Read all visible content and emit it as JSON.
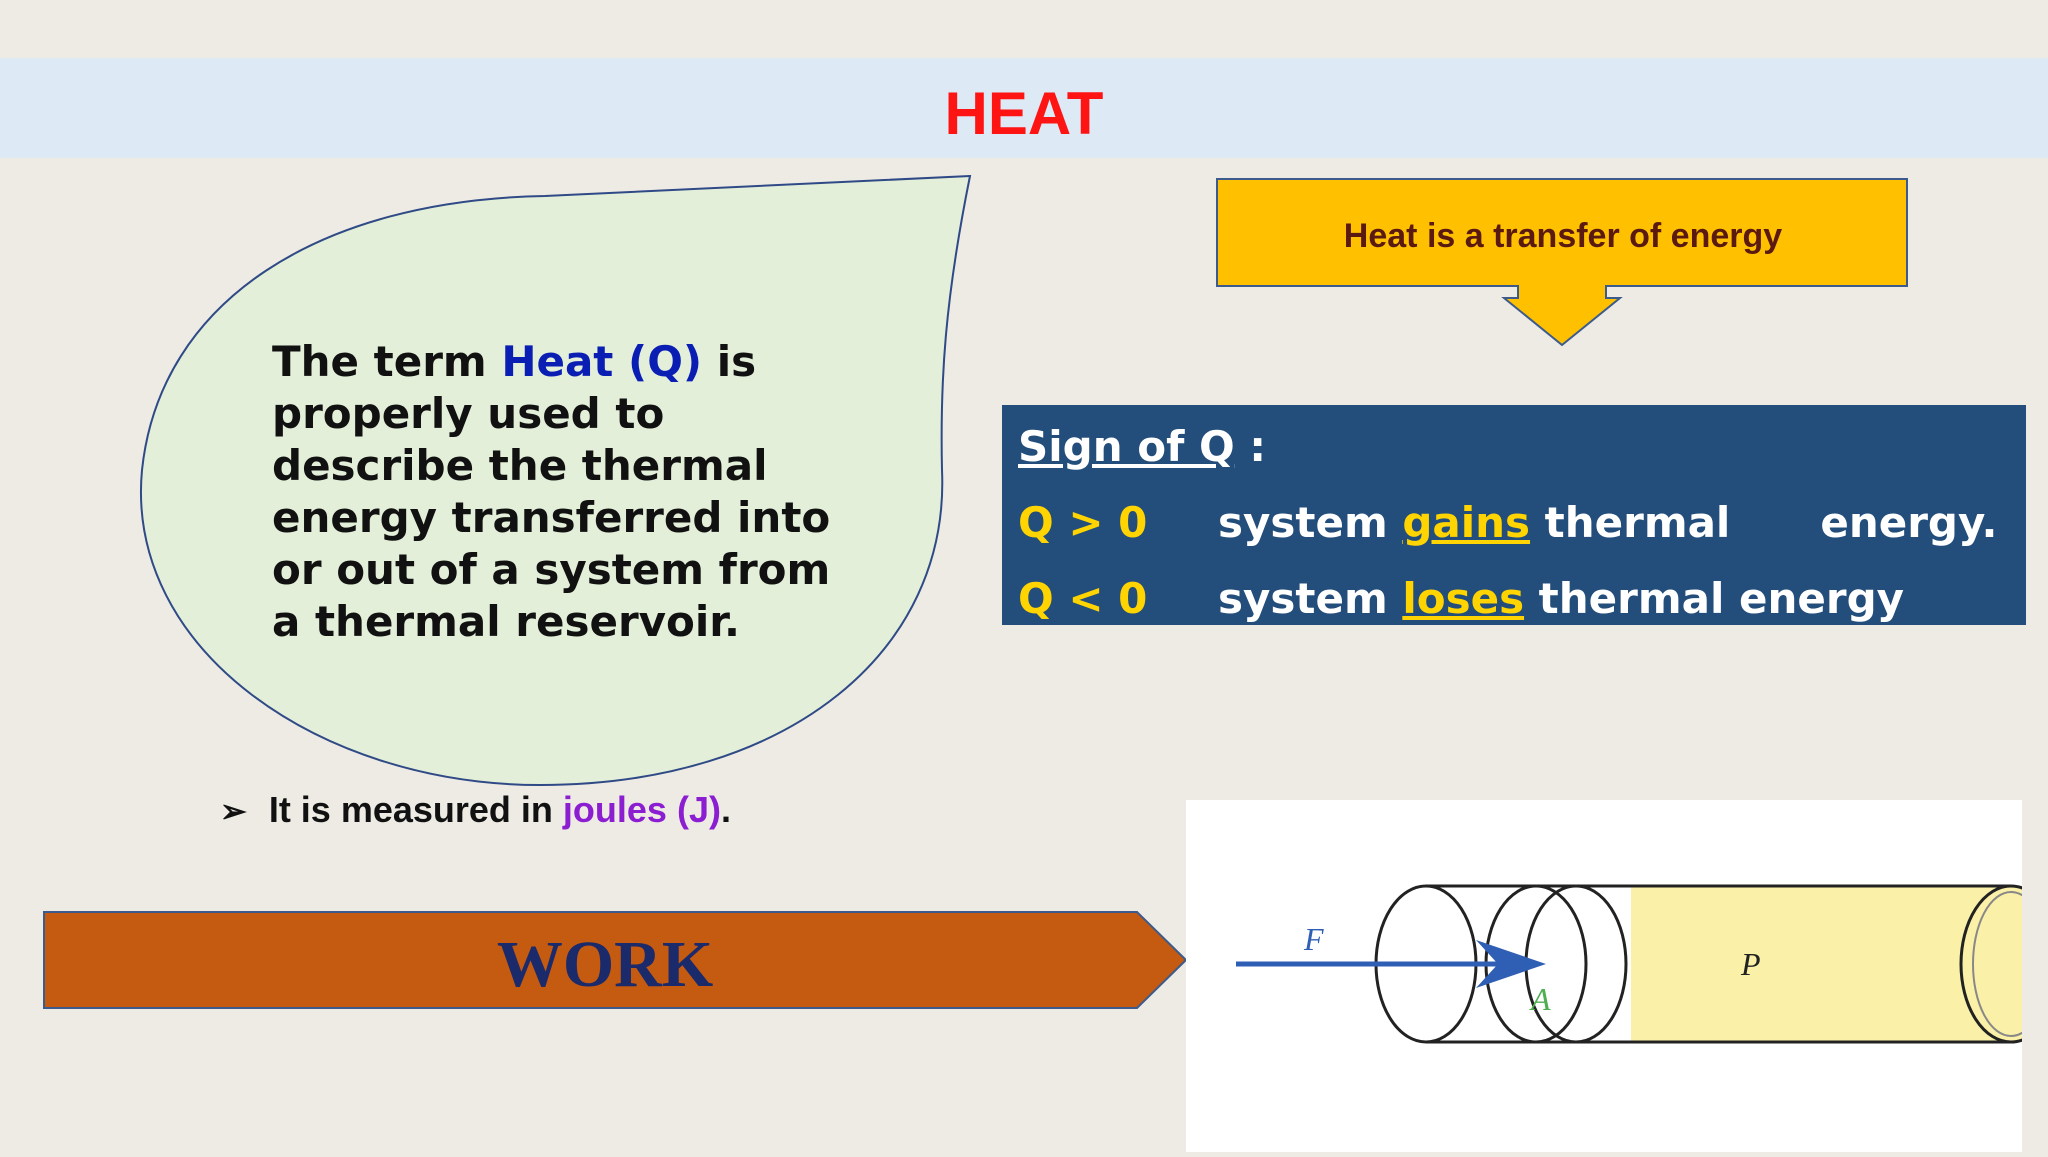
{
  "title": "HEAT",
  "definition": {
    "prefix": "The term ",
    "term": "Heat (Q)",
    "suffix": " is properly used to describe the thermal energy transferred into or out of a system from a thermal reservoir."
  },
  "callout": {
    "text": "Heat is a transfer of energy"
  },
  "sign": {
    "heading": "Sign of Q",
    "heading_suffix": " :",
    "rows": [
      {
        "symbol": "Q > 0",
        "pre": "system ",
        "key": "gains",
        "post": " thermal",
        "post2": "energy."
      },
      {
        "symbol": "Q < 0",
        "pre": "system ",
        "key": "loses",
        "post": " thermal energy",
        "post2": ""
      }
    ]
  },
  "bullet": {
    "prefix": "It is measured in ",
    "unit": "joules (J)",
    "suffix": "."
  },
  "work": {
    "label": "WORK"
  },
  "diagram": {
    "force_label": "F",
    "area_label": "A",
    "pressure_label": "P"
  },
  "colors": {
    "title": "#ff1414",
    "title_band": "#dde9f4",
    "drop_fill": "#e3efd9",
    "callout_fill": "#ffc000",
    "sign_box": "#234d7a",
    "highlight": "#ffd400",
    "work_fill": "#c55a11",
    "work_text": "#1b2a6a",
    "unit": "#8c1ed2"
  }
}
